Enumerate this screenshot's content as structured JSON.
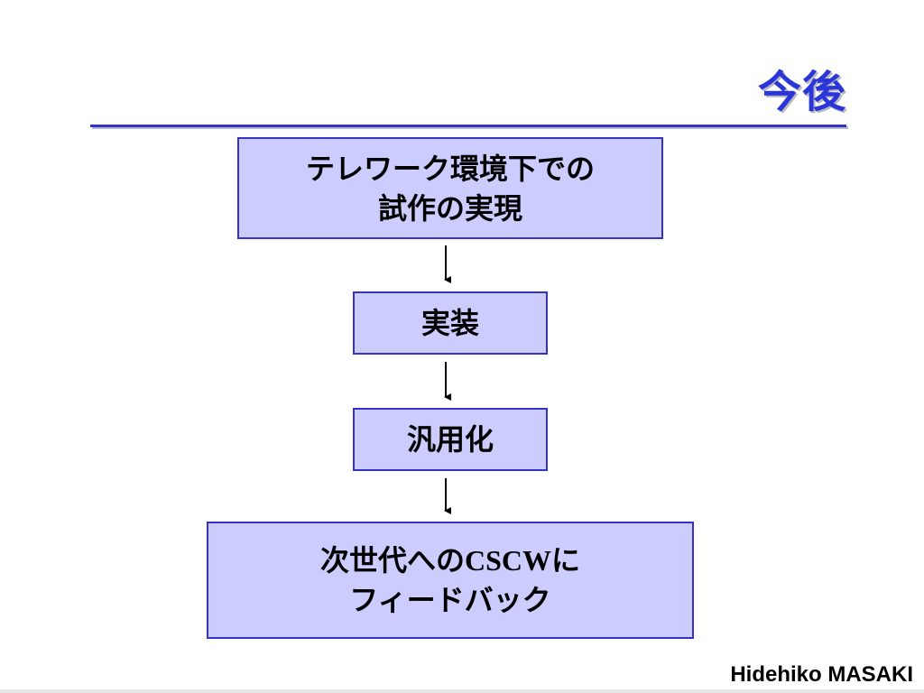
{
  "slide": {
    "title": "今後",
    "footer": "Hidehiko MASAKI"
  },
  "flow": [
    {
      "lines": [
        "テレワーク環境下での",
        "試作の実現"
      ]
    },
    {
      "lines": [
        "実装"
      ]
    },
    {
      "lines": [
        "汎用化"
      ]
    },
    {
      "lines_parts": [
        [
          "次世代への",
          "CSCW",
          "に"
        ],
        [
          "フィードバック"
        ]
      ]
    }
  ],
  "colors": {
    "title": "#2a36d8",
    "box_fill": "#ccccff",
    "box_border": "#3333cc",
    "rule": "#3333cc",
    "arrow": "#000000"
  }
}
